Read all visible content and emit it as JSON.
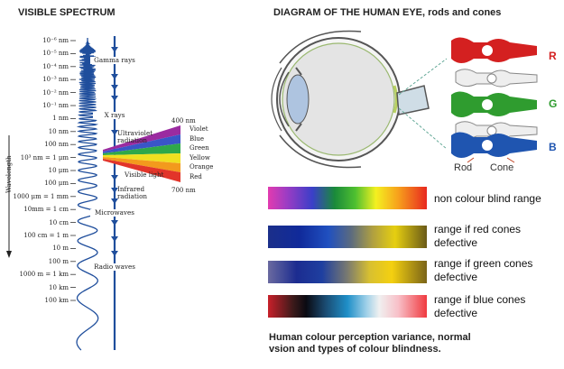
{
  "spectrum": {
    "title": "VISIBLE SPECTRUM",
    "axis_label": "Wavelength",
    "wavelengths": [
      "10⁻⁶ nm",
      "10⁻⁵ nm",
      "10⁻⁴ nm",
      "10⁻³ nm",
      "10⁻² nm",
      "10⁻¹ nm",
      "1 nm",
      "10 nm",
      "100 nm",
      "10³ nm = 1 μm",
      "10 μm",
      "100 μm",
      "1000 μm = 1 mm",
      "10mm = 1 cm",
      "10 cm",
      "100 cm = 1 m",
      "10 m",
      "100 m",
      "1000 m = 1 km",
      "10 km",
      "100 km"
    ],
    "bands": {
      "gamma": "Gamma rays",
      "xray": "X rays",
      "uv": "Ultraviolet radiation",
      "visible": "Visible light",
      "ir": "Infrared radiation",
      "micro": "Microwaves",
      "radio": "Radio waves"
    },
    "visible_colors": [
      "Violet",
      "Blue",
      "Green",
      "Yellow",
      "Orange",
      "Red"
    ],
    "nm_top": "400 nm",
    "nm_bottom": "700 nm"
  },
  "eye": {
    "title": "DIAGRAM OF THE HUMAN EYE, rods and cones",
    "cone_letters": [
      "R",
      "G",
      "B"
    ],
    "rod_label": "Rod",
    "cone_label": "Cone"
  },
  "ranges": [
    {
      "label": "non colour blind range"
    },
    {
      "label": "range if red cones defective"
    },
    {
      "label": "range if green cones defective"
    },
    {
      "label": "range if blue cones defective"
    }
  ],
  "caption": "Human colour perception variance, normal vsion and types of colour blindness.",
  "colors": {
    "spectrum_line": "#1f4e9c",
    "cone_red": "#d42020",
    "cone_green": "#2f9c2f",
    "cone_blue": "#1f55b0"
  }
}
